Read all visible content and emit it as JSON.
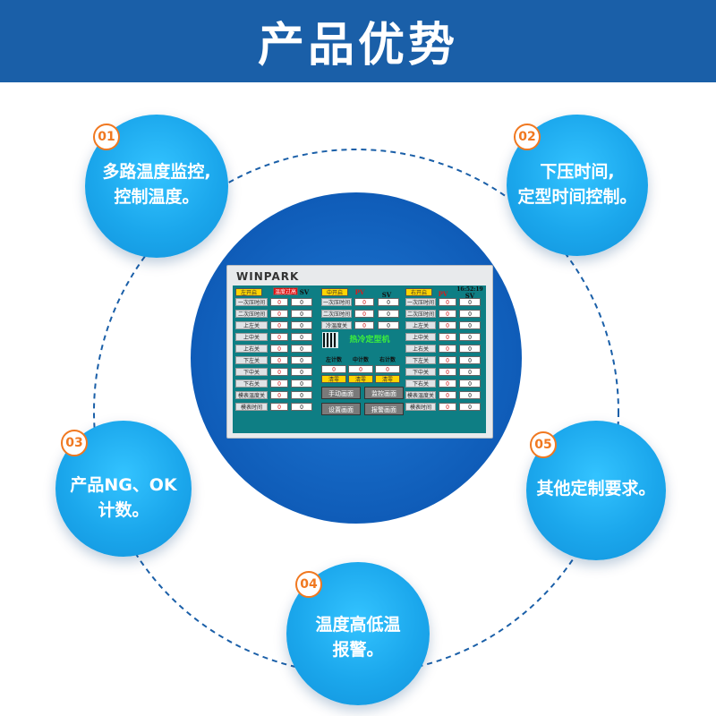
{
  "header": {
    "title": "产品优势"
  },
  "device": {
    "brand": "WINPARK",
    "screen": {
      "left_title": "左开启",
      "mid_title": "中开启",
      "right_title": "右开启",
      "time": "16:52:19",
      "pv": "PV",
      "sv": "SV",
      "warn_label": "温度过高",
      "machine_title": "热冷定型机",
      "left_rows": [
        "一次压时间",
        "二次压时间",
        "上左关",
        "上中关",
        "上右关",
        "下左关",
        "下中关",
        "下右关",
        "模表温度关",
        "模表时间"
      ],
      "mid_rows": [
        "一次压时间",
        "二次压时间",
        "冷温度关"
      ],
      "right_rows": [
        "一次压时间",
        "二次压时间",
        "上左关",
        "上中关",
        "上右关",
        "下左关",
        "下中关",
        "下右关",
        "模表温度关",
        "模表时间"
      ],
      "counts": [
        "左计数",
        "中计数",
        "右计数"
      ],
      "clear": "清零",
      "count_value": "0",
      "zero": "0",
      "buttons": [
        "手动画面",
        "监控画面",
        "设置画面",
        "报警画面"
      ]
    }
  },
  "features": [
    {
      "num": "01",
      "lines": [
        "多路温度监控,",
        "控制温度。"
      ]
    },
    {
      "num": "02",
      "lines": [
        "下压时间,",
        "定型时间控制。"
      ]
    },
    {
      "num": "03",
      "lines": [
        "产品NG、OK",
        "计数。"
      ]
    },
    {
      "num": "04",
      "lines": [
        "温度高低温",
        "报警。"
      ]
    },
    {
      "num": "05",
      "lines": [
        "其他定制要求。"
      ]
    }
  ],
  "colors": {
    "header": "#1a5fa8",
    "bubble": "#1ba7ec",
    "center": "#0f5cb8",
    "badge": "#f07820"
  }
}
